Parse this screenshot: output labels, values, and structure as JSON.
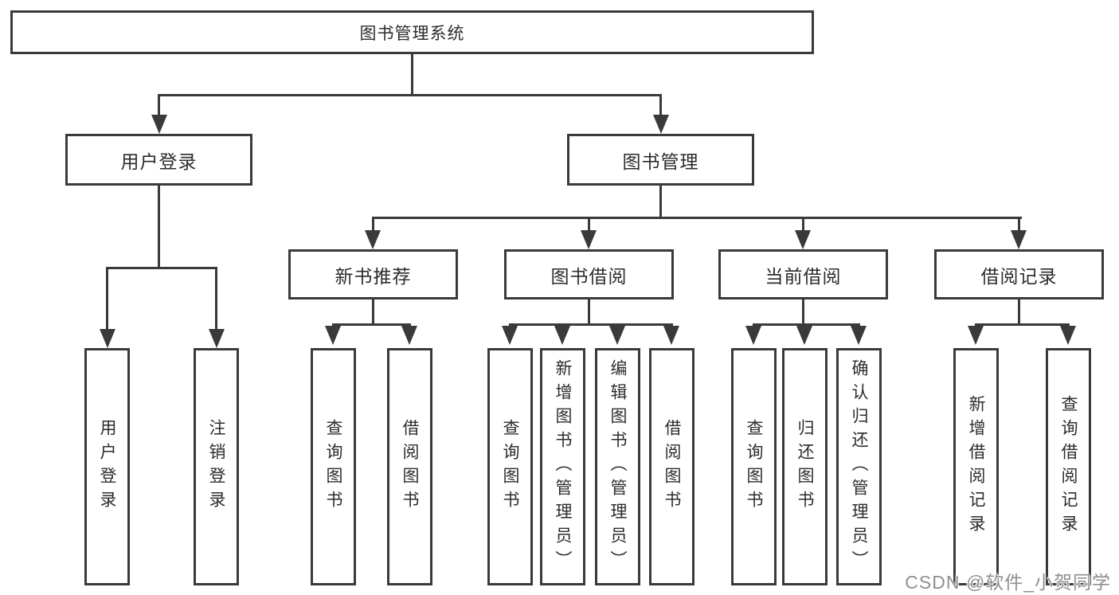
{
  "colors": {
    "line": "#3a3a3a",
    "text": "#2c2c2c",
    "watermark_text_color": "#8f8f8f",
    "background": "#ffffff"
  },
  "diagram": {
    "type": "hierarchy-tree",
    "root": {
      "label": "图书管理系统"
    },
    "level2": [
      {
        "label": "用户登录"
      },
      {
        "label": "图书管理"
      }
    ],
    "level3": [
      {
        "label": "新书推荐"
      },
      {
        "label": "图书借阅"
      },
      {
        "label": "当前借阅"
      },
      {
        "label": "借阅记录"
      }
    ],
    "level4": {
      "user_login": [
        {
          "label": "用户登录"
        },
        {
          "label": "注销登录"
        }
      ],
      "new_books": [
        {
          "label": "查询图书"
        },
        {
          "label": "借阅图书"
        }
      ],
      "book_borrowing": [
        {
          "label": "查询图书"
        },
        {
          "label": "新增图书（管理员）"
        },
        {
          "label": "编辑图书（管理员）"
        },
        {
          "label": "借阅图书"
        }
      ],
      "current_borrowing": [
        {
          "label": "查询图书"
        },
        {
          "label": "归还图书"
        },
        {
          "label": "确认归还（管理员）"
        }
      ],
      "borrowing_records": [
        {
          "label": "新增借阅记录"
        },
        {
          "label": "查询借阅记录"
        }
      ]
    }
  },
  "watermark": {
    "text": "CSDN @软件_小贺同学"
  }
}
